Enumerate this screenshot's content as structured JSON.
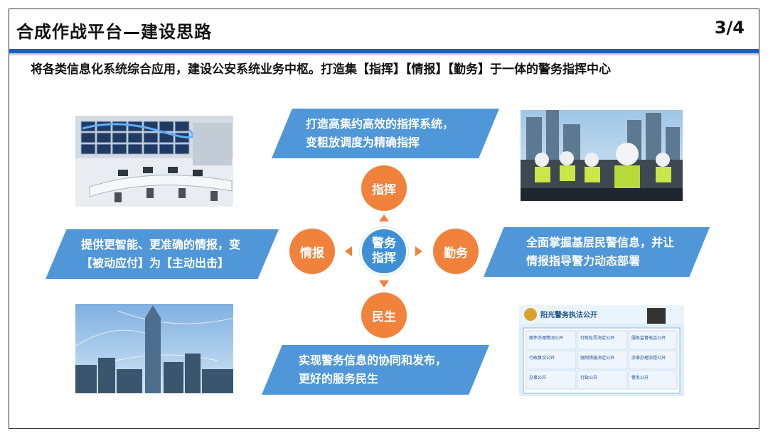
{
  "slide": {
    "title": "合成作战平台—建设思路",
    "page_number": "3/4",
    "subtitle": "将各类信息化系统综合应用，建设公安系统业务中枢。打造集【指挥】【情报】【勤务】于一体的警务指挥中心"
  },
  "banners": {
    "top": {
      "line1": "打造高集约高效的指挥系统，",
      "line2": "变粗放调度为精确指挥"
    },
    "left": {
      "line1": "提供更智能、更准确的情报，变",
      "line2": "【被动应付】为【主动出击】"
    },
    "right": {
      "line1": "全面掌握基层民警信息，并让",
      "line2": "情报指导警力动态部署"
    },
    "bottom": {
      "line1": "实现警务信息的协同和发布，",
      "line2": "更好的服务民生"
    }
  },
  "diagram": {
    "center_line1": "警务",
    "center_line2": "指挥",
    "top": "指挥",
    "left": "情报",
    "right": "勤务",
    "bottom": "民生"
  },
  "photos": {
    "police_portal_title": "阳光警务执法公开",
    "police_portal_tiles": [
      "案件办理情况公开",
      "行政处罚决定公开",
      "服务监督电话公开",
      "行政复议公开",
      "强制措施决定公开",
      "办事办理流程公开",
      "办事公开",
      "行政公开",
      "警务公开"
    ]
  },
  "colors": {
    "accent_blue": "#1f5fbf",
    "banner_blue": "#4f97d9",
    "circle_orange": "#f0823c",
    "center_blue": "#3d8fd6"
  }
}
